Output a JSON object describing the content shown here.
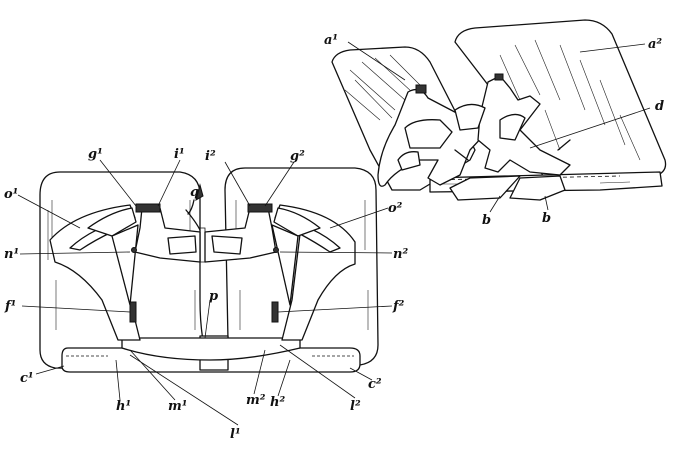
{
  "figure": {
    "labels": {
      "a1": "a¹",
      "a2": "a²",
      "d": "d",
      "b_left": "b",
      "b_right": "b",
      "g1": "g¹",
      "i1": "i¹",
      "i2": "i²",
      "g2": "g²",
      "q": "q",
      "o1": "o¹",
      "o2": "o²",
      "n1": "n¹",
      "n2": "n²",
      "f1": "f¹",
      "f2": "f²",
      "p": "p",
      "c1": "c¹",
      "c2": "c²",
      "h1": "h¹",
      "h2": "h²",
      "m1": "m¹",
      "m2": "m²",
      "l1": "l¹",
      "l2": "l²"
    }
  }
}
